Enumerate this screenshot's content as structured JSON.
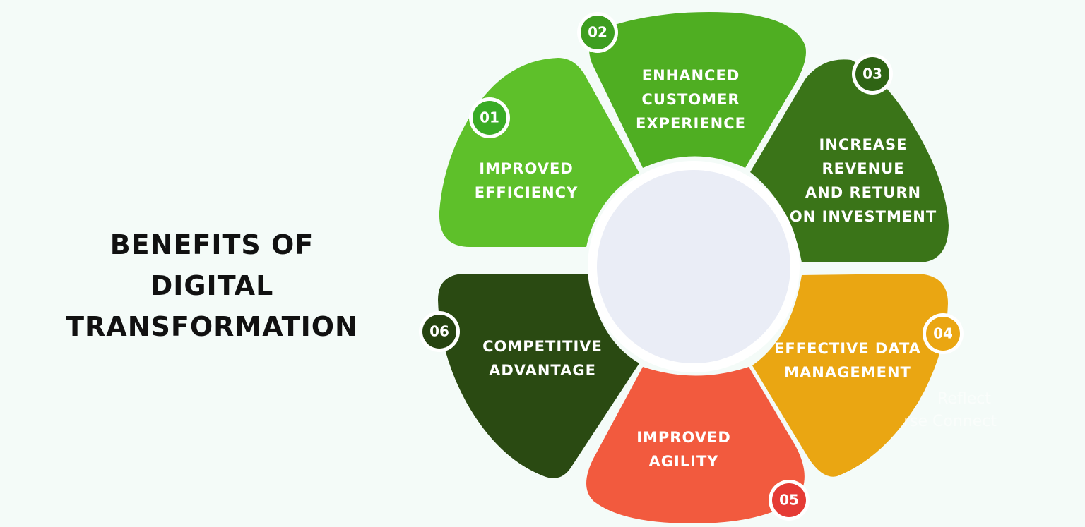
{
  "title_lines": [
    "BENEFITS OF",
    "DIGITAL",
    "TRANSFORMATION"
  ],
  "segments": [
    {
      "number": "01",
      "lines": [
        "IMPROVED",
        "EFFICIENCY"
      ],
      "color": "#5ec02a",
      "badge_color": "#3aab25"
    },
    {
      "number": "02",
      "lines": [
        "ENHANCED",
        "CUSTOMER",
        "EXPERIENCE"
      ],
      "color": "#4fae22",
      "badge_color": "#3e9e20"
    },
    {
      "number": "03",
      "lines": [
        "INCREASE",
        "REVENUE",
        "AND RETURN",
        "ON INVESTMENT"
      ],
      "color": "#3a7418",
      "badge_color": "#2f6414"
    },
    {
      "number": "04",
      "lines": [
        "EFFECTIVE DATA",
        "MANAGEMENT"
      ],
      "color": "#eaa612",
      "badge_color": "#eaa612"
    },
    {
      "number": "05",
      "lines": [
        "IMPROVED",
        "AGILITY"
      ],
      "color": "#f25a3e",
      "badge_color": "#e53b35"
    },
    {
      "number": "06",
      "lines": [
        "COMPETITIVE",
        "ADVANTAGE"
      ],
      "color": "#2a4a12",
      "badge_color": "#264310"
    }
  ],
  "center_color": "#eaedf6",
  "watermark_lines": [
    "Reflect",
    "rse Connect"
  ]
}
